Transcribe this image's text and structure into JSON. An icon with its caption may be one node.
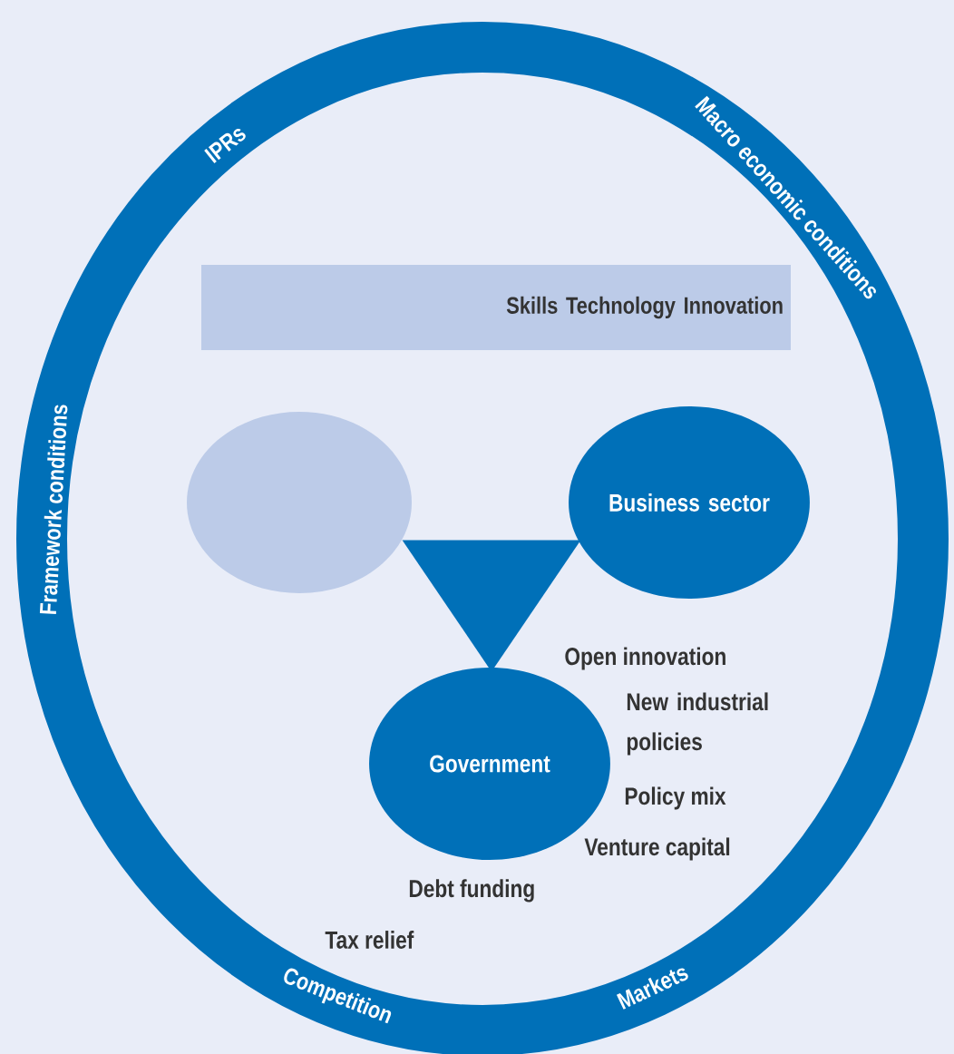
{
  "diagram": {
    "nodes": [
      {
        "text": [
          "IPRs",
          "Macro economic conditions",
          "Framework conditions",
          "Competition",
          "Markets"
        ]
      },
      {
        "text": [
          "Skills Technology Innovation"
        ],
        "in": 0
      },
      {
        "text": [],
        "shape": "circle",
        "in": 0
      },
      {
        "text": [
          "Business sector"
        ],
        "in": 0
      },
      {
        "text": [],
        "shape": "triangle",
        "in": 0
      },
      {
        "text": [
          "Government"
        ],
        "in": 0
      }
    ],
    "labels": [
      "Open innovation",
      "New industrial policies",
      "Policy mix",
      "Venture capital",
      "Debt funding",
      "Tax relief"
    ]
  }
}
